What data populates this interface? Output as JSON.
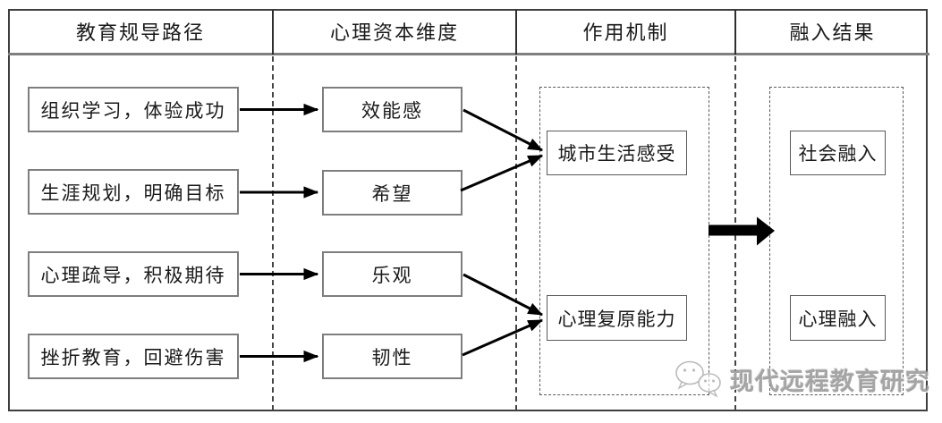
{
  "header": {
    "columns": [
      "教育规导路径",
      "心理资本维度",
      "作用机制",
      "融入结果"
    ]
  },
  "education_paths": [
    "组织学习，体验成功",
    "生涯规划，明确目标",
    "心理疏导，积极期待",
    "挫折教育，回避伤害"
  ],
  "capital_dimensions": [
    "效能感",
    "希望",
    "乐观",
    "韧性"
  ],
  "mechanisms": [
    "城市生活感受",
    "心理复原能力"
  ],
  "outcomes": [
    "社会融入",
    "心理融入"
  ],
  "connections": [
    {
      "from": "组织学习，体验成功",
      "to": "效能感"
    },
    {
      "from": "生涯规划，明确目标",
      "to": "希望"
    },
    {
      "from": "心理疏导，积极期待",
      "to": "乐观"
    },
    {
      "from": "挫折教育，回避伤害",
      "to": "韧性"
    },
    {
      "from": "效能感",
      "to": "城市生活感受"
    },
    {
      "from": "希望",
      "to": "城市生活感受"
    },
    {
      "from": "乐观",
      "to": "心理复原能力"
    },
    {
      "from": "韧性",
      "to": "心理复原能力"
    },
    {
      "from": "作用机制",
      "to": "融入结果"
    }
  ],
  "watermark": {
    "icon": "wechat-chat-bubbles-icon",
    "text": "现代远程教育研究"
  },
  "colors": {
    "background": "#ffffff",
    "text": "#1a1a1a",
    "frame_border": "#3f3f3f",
    "box_border": "#7e7e7e",
    "inner_box_border": "#5a5a5a",
    "dashed_line": "#444444",
    "arrow": "#000000",
    "watermark": "#969696"
  }
}
